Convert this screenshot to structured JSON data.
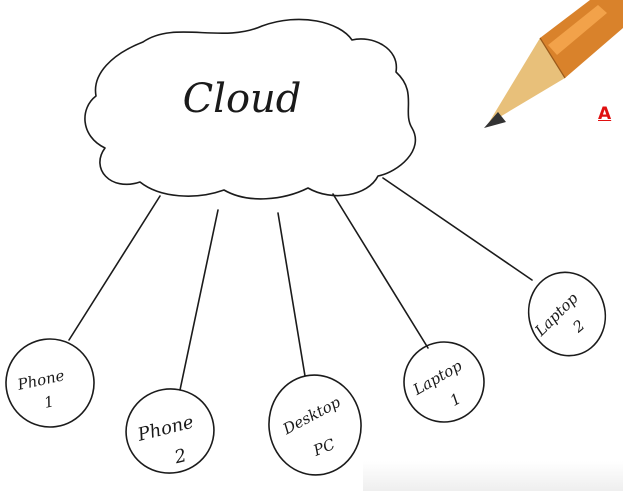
{
  "diagram": {
    "hub": {
      "label": "Cloud"
    },
    "nodes": [
      {
        "id": "phone-1",
        "lines": [
          "Phone",
          "1"
        ]
      },
      {
        "id": "phone-2",
        "lines": [
          "Phone",
          "2"
        ]
      },
      {
        "id": "desktop-pc",
        "lines": [
          "Desktop",
          "PC"
        ]
      },
      {
        "id": "laptop-1",
        "lines": [
          "Laptop",
          "1"
        ]
      },
      {
        "id": "laptop-2",
        "lines": [
          "Laptop",
          "2"
        ]
      }
    ]
  },
  "corner_link": {
    "text": "A"
  },
  "colors": {
    "ink": "#1b1b1b",
    "link": "#e01010",
    "pencil_body": "#d9822b",
    "pencil_wood": "#e8c07a",
    "pencil_lead": "#333333"
  },
  "icons": {
    "pencil": "pencil-icon"
  }
}
